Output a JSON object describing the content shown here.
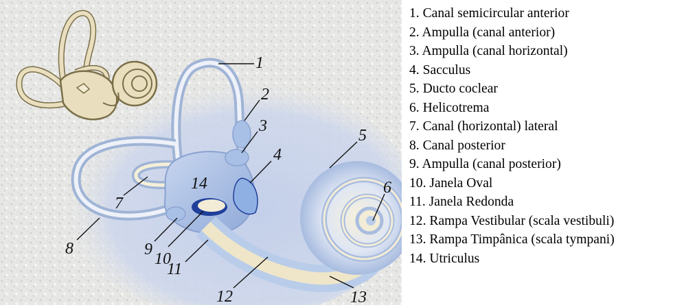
{
  "legend": [
    {
      "number": "1",
      "label": "1. Canal semicircular anterior"
    },
    {
      "number": "2",
      "label": "2. Ampulla (canal anterior)"
    },
    {
      "number": "3",
      "label": "3. Ampulla (canal horizontal)"
    },
    {
      "number": "4",
      "label": "4. Sacculus"
    },
    {
      "number": "5",
      "label": "5. Ducto coclear"
    },
    {
      "number": "6",
      "label": "6. Helicotrema"
    },
    {
      "number": "7",
      "label": "7. Canal (horizontal) lateral"
    },
    {
      "number": "8",
      "label": "8. Canal posterior"
    },
    {
      "number": "9",
      "label": "9. Ampulla (canal posterior)"
    },
    {
      "number": "10",
      "label": "10. Janela Oval"
    },
    {
      "number": "11",
      "label": "11. Janela Redonda"
    },
    {
      "number": "12",
      "label": "12. Rampa Vestibular (scala vestibuli)"
    },
    {
      "number": "13",
      "label": "13. Rampa Timpânica (scala tympani)"
    },
    {
      "number": "14",
      "label": "14. Utriculus"
    }
  ],
  "figure_numbers": {
    "n1": "1",
    "n2": "2",
    "n3": "3",
    "n4": "4",
    "n5": "5",
    "n6": "6",
    "n7": "7",
    "n8": "8",
    "n9": "9",
    "n10": "10",
    "n11": "11",
    "n12": "12",
    "n13": "13",
    "n14": "14"
  },
  "colors": {
    "background_texture": "#e6e6e4",
    "halo": "#c9d3ea",
    "canal_outer": "#9fb4d6",
    "canal_inner": "#f1ead3",
    "vestibule": "#a9c0e6",
    "cochlea_blue": "#b9cdea",
    "cochlea_cream": "#efe6c9",
    "thumbnail_cream": "#e9dfbf",
    "thumbnail_outline": "#7a6e48",
    "dark_accent": "#1f3f9a"
  }
}
